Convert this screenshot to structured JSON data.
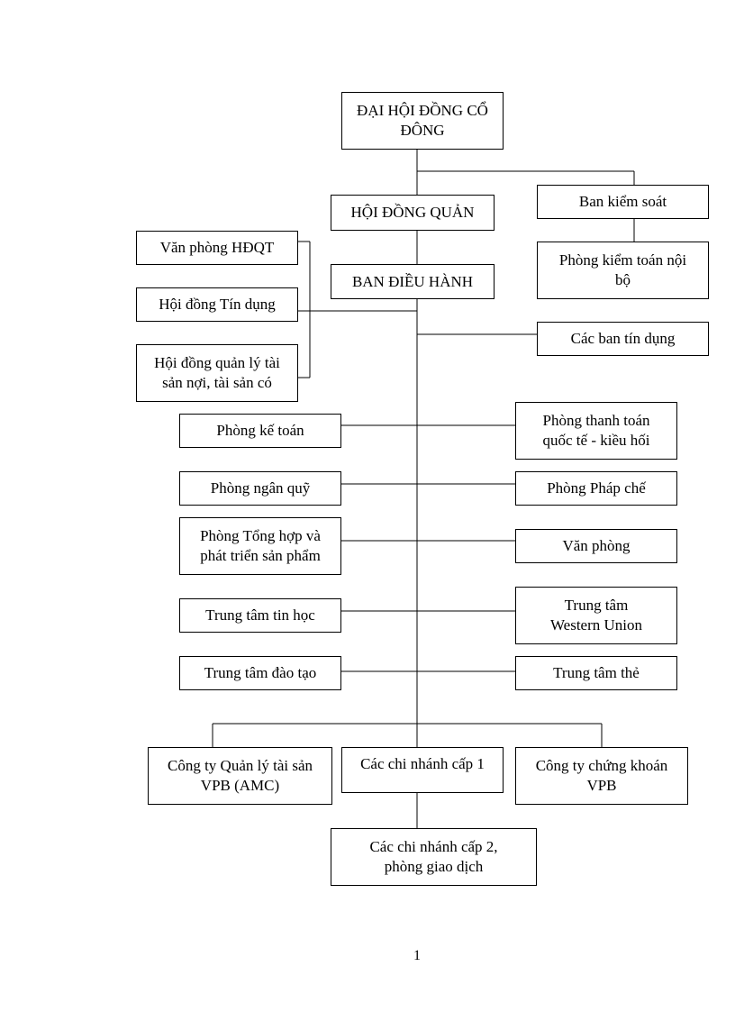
{
  "nodes": {
    "dai_hoi_dong_co_dong": "ĐẠI HỘI ĐỒNG CỔ\nĐÔNG",
    "hoi_dong_quan": "HỘI ĐỒNG QUẢN",
    "ban_kiem_soat": "Ban kiểm  soát",
    "phong_kiem_toan": "Phòng kiểm  toán nội\nbộ",
    "van_phong_hdqt": "Văn phòng HĐQT",
    "ban_dieu_hanh": "BAN ĐIỀU HÀNH",
    "hoi_dong_tin_dung": "Hội  đồng Tín dụng",
    "cac_ban_tin_dung": "Các ban tín dụng",
    "hoi_dong_quan_ly_tai_san": "Hội  đồng quản lý  tài\nsản nợi,  tài sản có",
    "phong_ke_toan": "Phòng kế toán",
    "phong_thanh_toan": "Phòng thanh toán\nquốc tế - kiều hối",
    "phong_ngan_quy": "Phòng ngân  quỹ",
    "phong_phap_che": "Phòng Pháp chế",
    "phong_tong_hop": "Phòng Tổng hợp và\nphát triển  sản phẩm",
    "van_phong": "Văn phòng",
    "trung_tam_tin_hoc": "Trung tâm tin học",
    "trung_tam_western_union": "Trung tâm\nWestern Union",
    "trung_tam_dao_tao": "Trung tâm đào tạo",
    "trung_tam_the": "Trung tâm thẻ",
    "cong_ty_quan_ly_tai_san": "Công ty Quản lý tài sản\nVPB (AMC)",
    "cac_chi_nhanh_cap_1": "Các chi  nhánh  cấp 1",
    "cong_ty_chung_khoan": "Công ty chứng khoán\nVPB",
    "cac_chi_nhanh_cap_2": "Các chi  nhánh  cấp 2,\nphòng giao  dịch"
  },
  "page_number": "1"
}
